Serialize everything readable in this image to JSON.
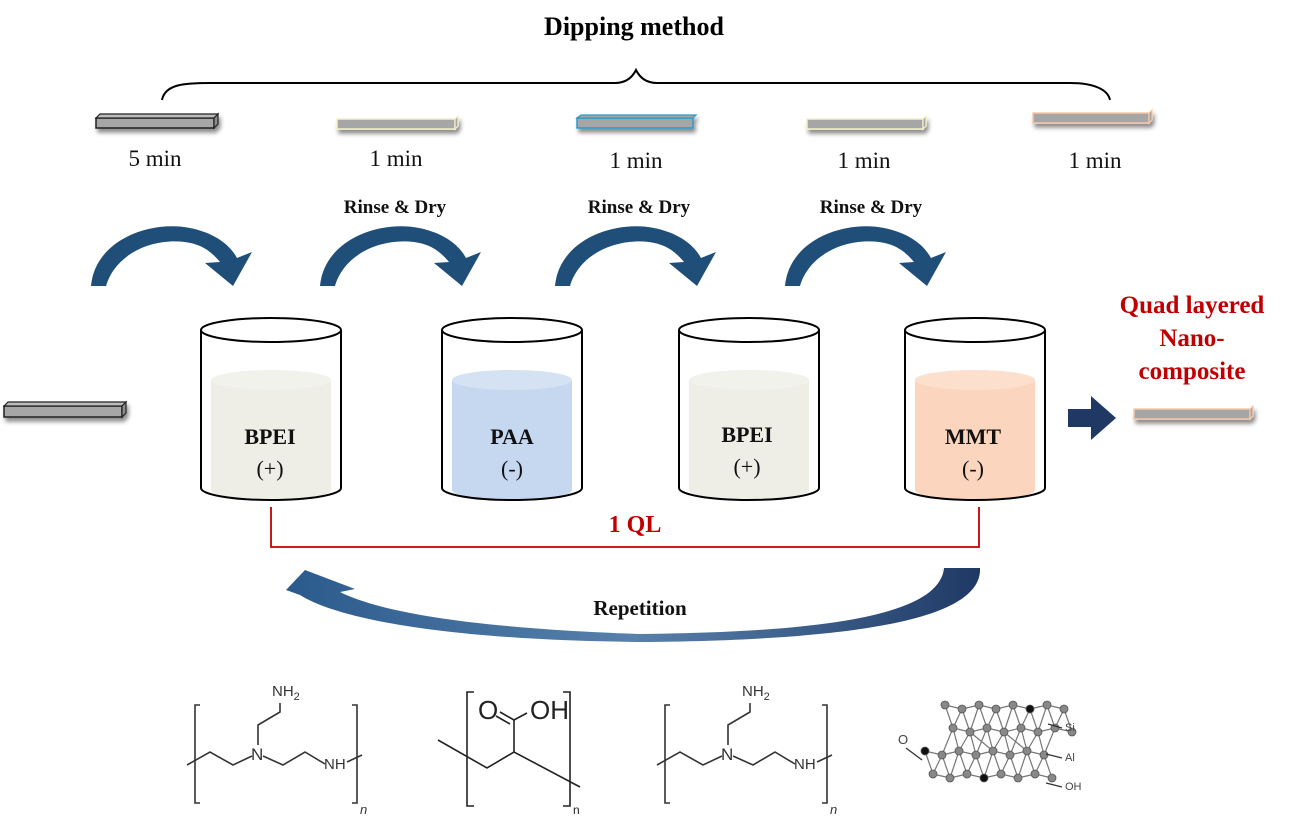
{
  "title": "Dipping method",
  "colors": {
    "arrow_blue": "#1f4e79",
    "arrow_dark": "#1f3864",
    "red": "#c00000",
    "bpei_fill": "#eeeee6",
    "paa_fill": "#c6d8f0",
    "mmt_fill": "#fbd5bd",
    "substrate_gray": "#a6a6a6"
  },
  "substrates_top": [
    {
      "time": "5 min",
      "edge_color": "#222222"
    },
    {
      "time": "1 min",
      "edge_color": "#f2f0c8"
    },
    {
      "time": "1 min",
      "edge_color": "#2e9ac4"
    },
    {
      "time": "1 min",
      "edge_color": "#f2f0c8"
    },
    {
      "time": "1 min",
      "edge_color": "#f5c8a8"
    }
  ],
  "rinse_labels": [
    "Rinse & Dry",
    "Rinse & Dry",
    "Rinse & Dry"
  ],
  "beakers": [
    {
      "name": "BPEI",
      "charge": "(+)",
      "fill": "#eeeee6"
    },
    {
      "name": "PAA",
      "charge": "(-)",
      "fill": "#c6d8f0"
    },
    {
      "name": "BPEI",
      "charge": "(+)",
      "fill": "#eeeee6"
    },
    {
      "name": "MMT",
      "charge": "(-)",
      "fill": "#fbd5bd"
    }
  ],
  "cycle_label": "1 QL",
  "repetition_label": "Repetition",
  "product": {
    "line1": "Quad layered",
    "line2": "Nano-",
    "line3": "composite"
  },
  "structures": {
    "bpei": {
      "top_group": "NH2",
      "center_atom": "N",
      "end_group": "NH",
      "subscript": "n"
    },
    "paa": {
      "carbonyl_o": "O",
      "hydroxyl": "OH",
      "subscript": "n"
    },
    "mmt": {
      "labels": [
        "O",
        "Si",
        "Al",
        "OH"
      ]
    }
  }
}
